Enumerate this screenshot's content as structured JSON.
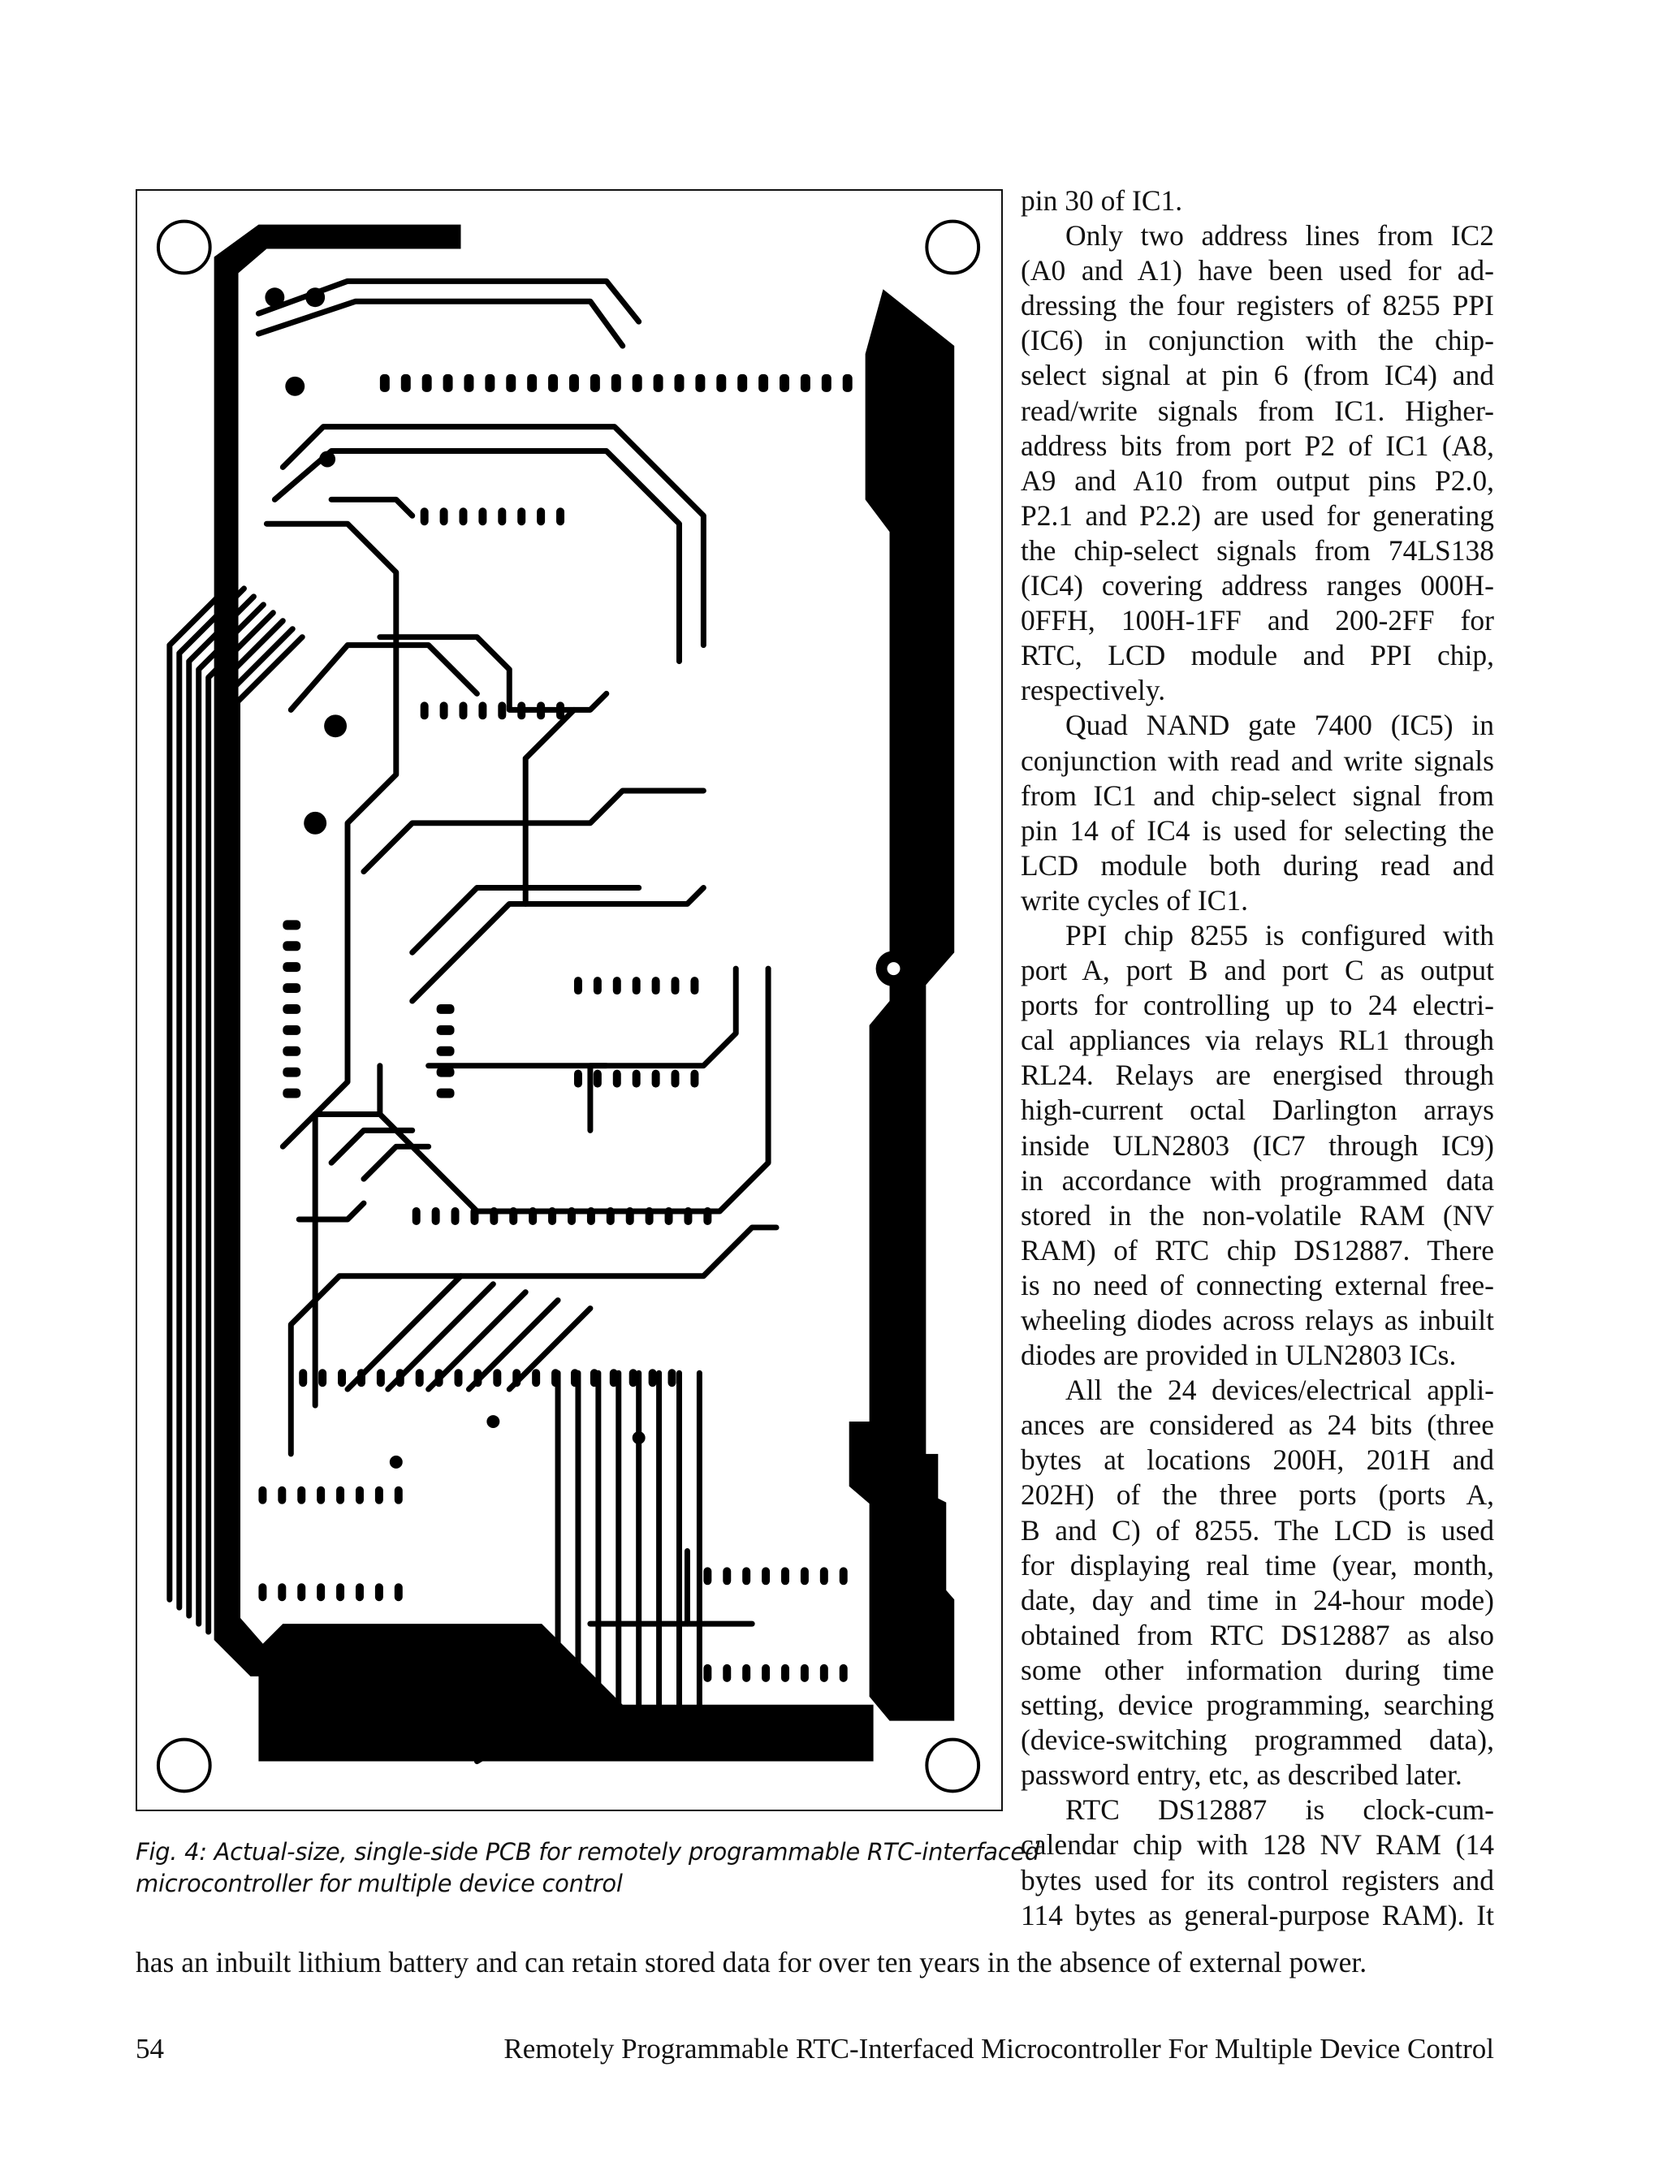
{
  "figure": {
    "caption_lines": [
      "Fig. 4: Actual-size, single-side PCB for remotely programmable RTC-interfaced",
      "microcontroller for multiple device control"
    ]
  },
  "column_paragraphs": [
    {
      "lines": [
        "pin 30 of IC1."
      ],
      "indent": false
    },
    {
      "lines": [
        "Only two address lines from IC2",
        "(A0 and A1) have been used for ad-",
        "dressing the four registers of 8255 PPI",
        "(IC6) in conjunction with the chip-",
        "select signal at pin 6 (from IC4) and",
        "read/write signals from IC1. Higher-",
        "address bits from port P2 of IC1 (A8,",
        "A9 and A10 from output pins P2.0,",
        "P2.1 and P2.2) are used for generating",
        "the chip-select signals from 74LS138",
        "(IC4) covering address ranges 000H-",
        "0FFH, 100H-1FF and 200-2FF for",
        "RTC, LCD module and PPI chip,",
        "respectively."
      ],
      "indent": true
    },
    {
      "lines": [
        "Quad NAND gate 7400 (IC5) in",
        "conjunction with read and write signals",
        "from IC1 and chip-select signal from",
        "pin 14 of IC4 is used for selecting the",
        "LCD module both during read and",
        "write cycles of IC1."
      ],
      "indent": true
    },
    {
      "lines": [
        "PPI chip 8255 is configured with",
        "port A, port B and port C as output",
        "ports for controlling up to 24 electri-",
        "cal appliances via relays RL1 through",
        "RL24. Relays are energised through",
        "high-current octal Darlington arrays",
        "inside ULN2803 (IC7 through IC9)",
        "in accordance with programmed data",
        "stored in the non-volatile RAM (NV",
        "RAM) of RTC chip DS12887. There",
        "is no need of connecting external free-",
        "wheeling diodes across relays as inbuilt",
        "diodes are provided in ULN2803 ICs."
      ],
      "indent": true
    },
    {
      "lines": [
        "All the 24 devices/electrical appli-",
        "ances are considered as 24 bits (three",
        "bytes at locations 200H, 201H and",
        "202H) of the three ports (ports A,",
        "B and C) of 8255. The LCD is used",
        "for displaying real time (year, month,",
        "date, day and time in 24-hour mode)",
        "obtained from RTC DS12887 as also",
        "some other information during time",
        "setting, device programming, searching",
        "(device-switching programmed data),",
        "password entry, etc, as described later."
      ],
      "indent": true
    },
    {
      "lines": [
        "RTC DS12887 is clock-cum-",
        "calendar chip with 128 NV RAM (14",
        "bytes used for its control registers and",
        "114 bytes as general-purpose RAM). It"
      ],
      "indent": true
    }
  ],
  "continuation_line": "has an inbuilt lithium battery and can retain stored data for over ten years in the absence of external power.",
  "footer": {
    "page_number": "54",
    "running_title": "Remotely Programmable RTC-Interfaced Microcontroller For Multiple Device Control"
  }
}
